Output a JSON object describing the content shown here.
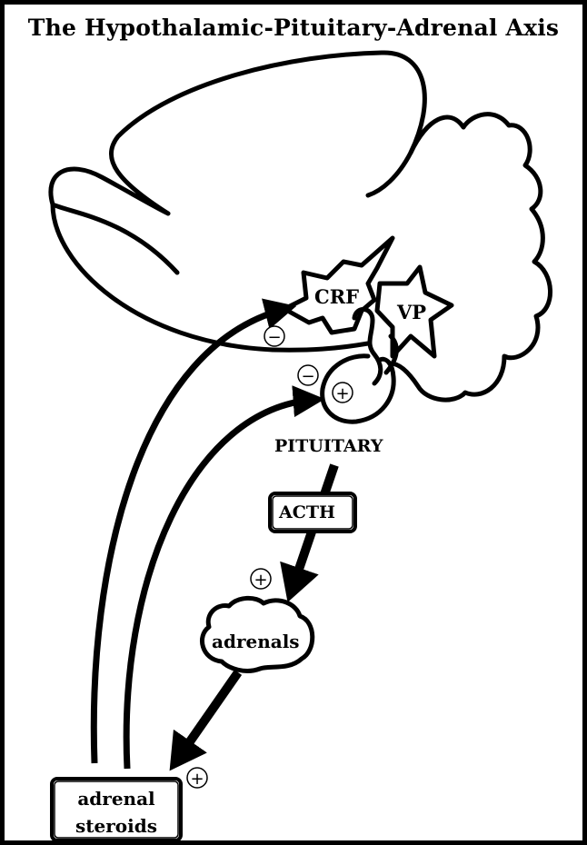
{
  "title": "The  Hypothalamic-Pituitary-Adrenal  Axis",
  "nodes": {
    "crf": "CRF",
    "vp": "VP",
    "pituitary": "PITUITARY",
    "acth": "ACTH",
    "adrenals": "adrenals",
    "steroids": "adrenal steroids"
  },
  "signs": {
    "stimulate": "+",
    "inhibit": "−"
  },
  "colors": {
    "ink": "#000000",
    "background": "#ffffff"
  }
}
